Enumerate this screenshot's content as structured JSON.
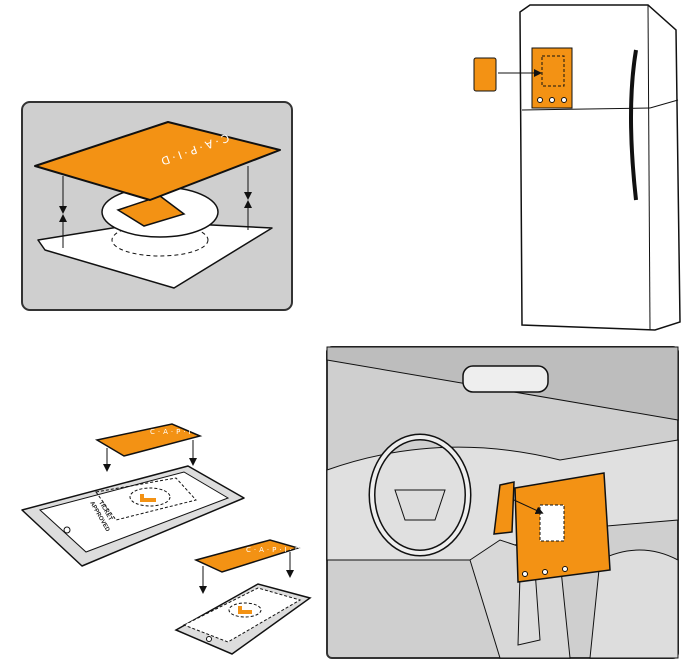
{
  "brand": {
    "card_text": "C·A·P·I·D",
    "accent_color": "#F39214",
    "panel_color": "#CFCFCF"
  },
  "tablet": {
    "status_line1": "TICKET",
    "status_line2": "APPROVED"
  },
  "scenes": [
    "card-on-reader",
    "card-on-fridge",
    "card-on-tablet",
    "card-on-phone",
    "card-in-car"
  ]
}
